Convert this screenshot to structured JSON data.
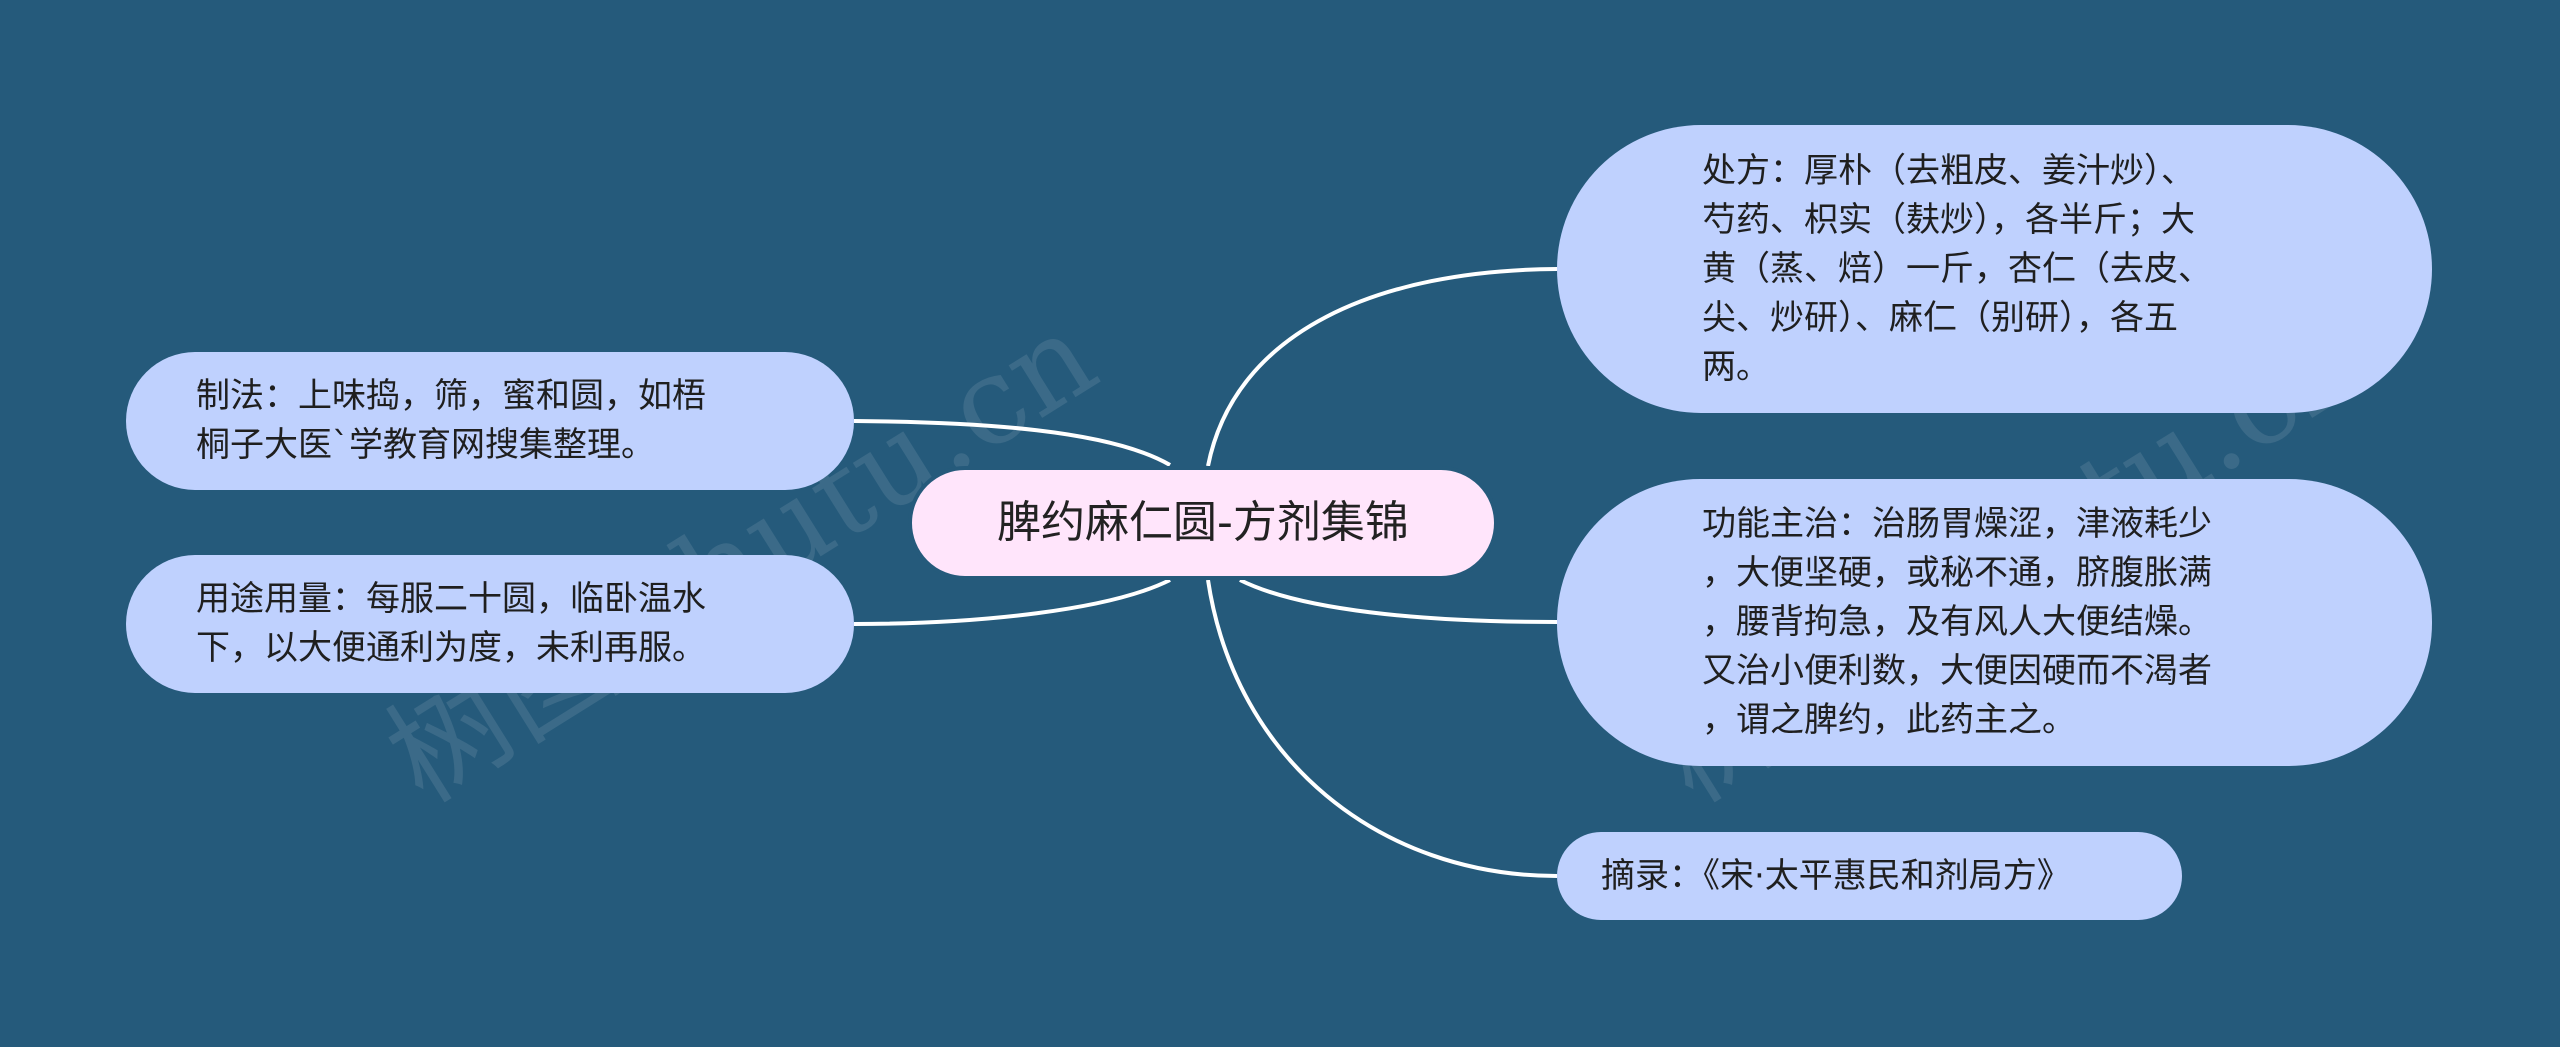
{
  "mindmap": {
    "center": "脾约麻仁圆-方剂集锦",
    "left": [
      {
        "id": "zhifa",
        "text": "制法：上味捣，筛，蜜和圆，如梧\n桐子大医`学教育网搜集整理。"
      },
      {
        "id": "yongtu",
        "text": "用途用量：每服二十圆，临卧温水\n下，以大便通利为度，未利再服。"
      }
    ],
    "right": [
      {
        "id": "chufang",
        "text": "处方：厚朴（去粗皮、姜汁炒）、\n芍药、枳实（麸炒），各半斤；大\n黄（蒸、焙）一斤，杏仁（去皮、\n尖、炒研）、麻仁（别研），各五\n两。"
      },
      {
        "id": "gongneng",
        "text": "功能主治：治肠胃燥涩，津液耗少\n，大便坚硬，或秘不通，脐腹胀满\n，腰背拘急，及有风人大便结燥。\n又治小便利数，大便因硬而不渴者\n，谓之脾约，此药主之。"
      },
      {
        "id": "zhailu",
        "text": "摘录：《宋·太平惠民和剂局方》"
      }
    ]
  },
  "watermark": "树图 shutu.cn",
  "colors": {
    "background": "#255a7b",
    "node": "#bfd1fe",
    "center": "#ffe5fb",
    "line": "#ffffff"
  }
}
